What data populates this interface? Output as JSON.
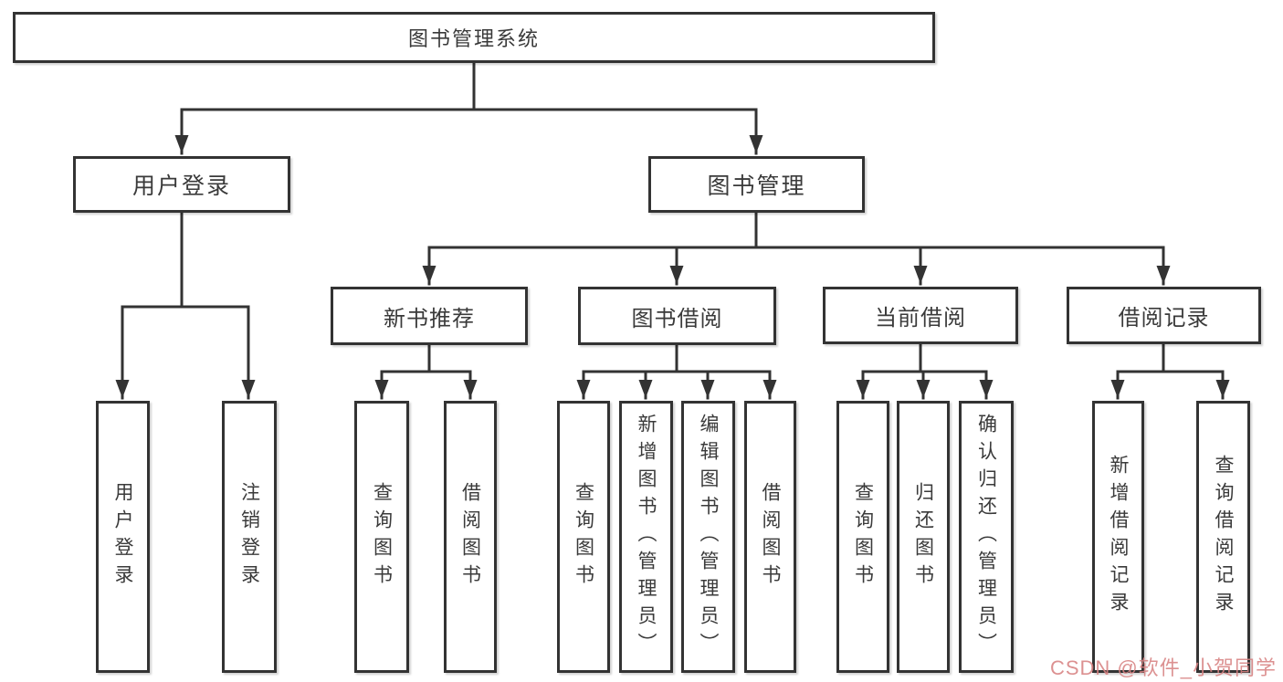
{
  "diagram_type": "hierarchy-tree",
  "colors": {
    "background": "#ffffff",
    "box_fill": "#ffffff",
    "box_border": "#333333",
    "line": "#333333",
    "text": "#3a3a3a",
    "watermark": "#d88282"
  },
  "tree": {
    "label": "图书管理系统",
    "children": [
      {
        "label": "用户登录",
        "children": [
          {
            "label": "用户登录"
          },
          {
            "label": "注销登录"
          }
        ]
      },
      {
        "label": "图书管理",
        "children": [
          {
            "label": "新书推荐",
            "children": [
              {
                "label": "查询图书"
              },
              {
                "label": "借阅图书"
              }
            ]
          },
          {
            "label": "图书借阅",
            "children": [
              {
                "label": "查询图书"
              },
              {
                "label": "新增图书（管理员）"
              },
              {
                "label": "编辑图书（管理员）"
              },
              {
                "label": "借阅图书"
              }
            ]
          },
          {
            "label": "当前借阅",
            "children": [
              {
                "label": "查询图书"
              },
              {
                "label": "归还图书"
              },
              {
                "label": "确认归还（管理员）"
              }
            ]
          },
          {
            "label": "借阅记录",
            "children": [
              {
                "label": "新增借阅记录"
              },
              {
                "label": "查询借阅记录"
              }
            ]
          }
        ]
      }
    ]
  },
  "watermark": {
    "text": "CSDN @软件_小贺同学"
  }
}
